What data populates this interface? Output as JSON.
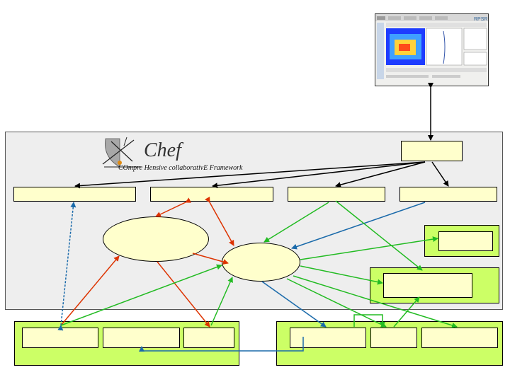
{
  "logo": {
    "title": "Chef",
    "subtitle": "COmpre Hensive collaborativE Framework"
  },
  "screenshot": {
    "brand": "RPSR"
  },
  "colors": {
    "panel": "#eeeeee",
    "box": "#ffffcc",
    "green_panel": "#ccff66",
    "red_arrow": "#dd3300",
    "green_arrow": "#22bb22",
    "blue_arrow": "#1a6aaa",
    "black_arrow": "#000000"
  }
}
